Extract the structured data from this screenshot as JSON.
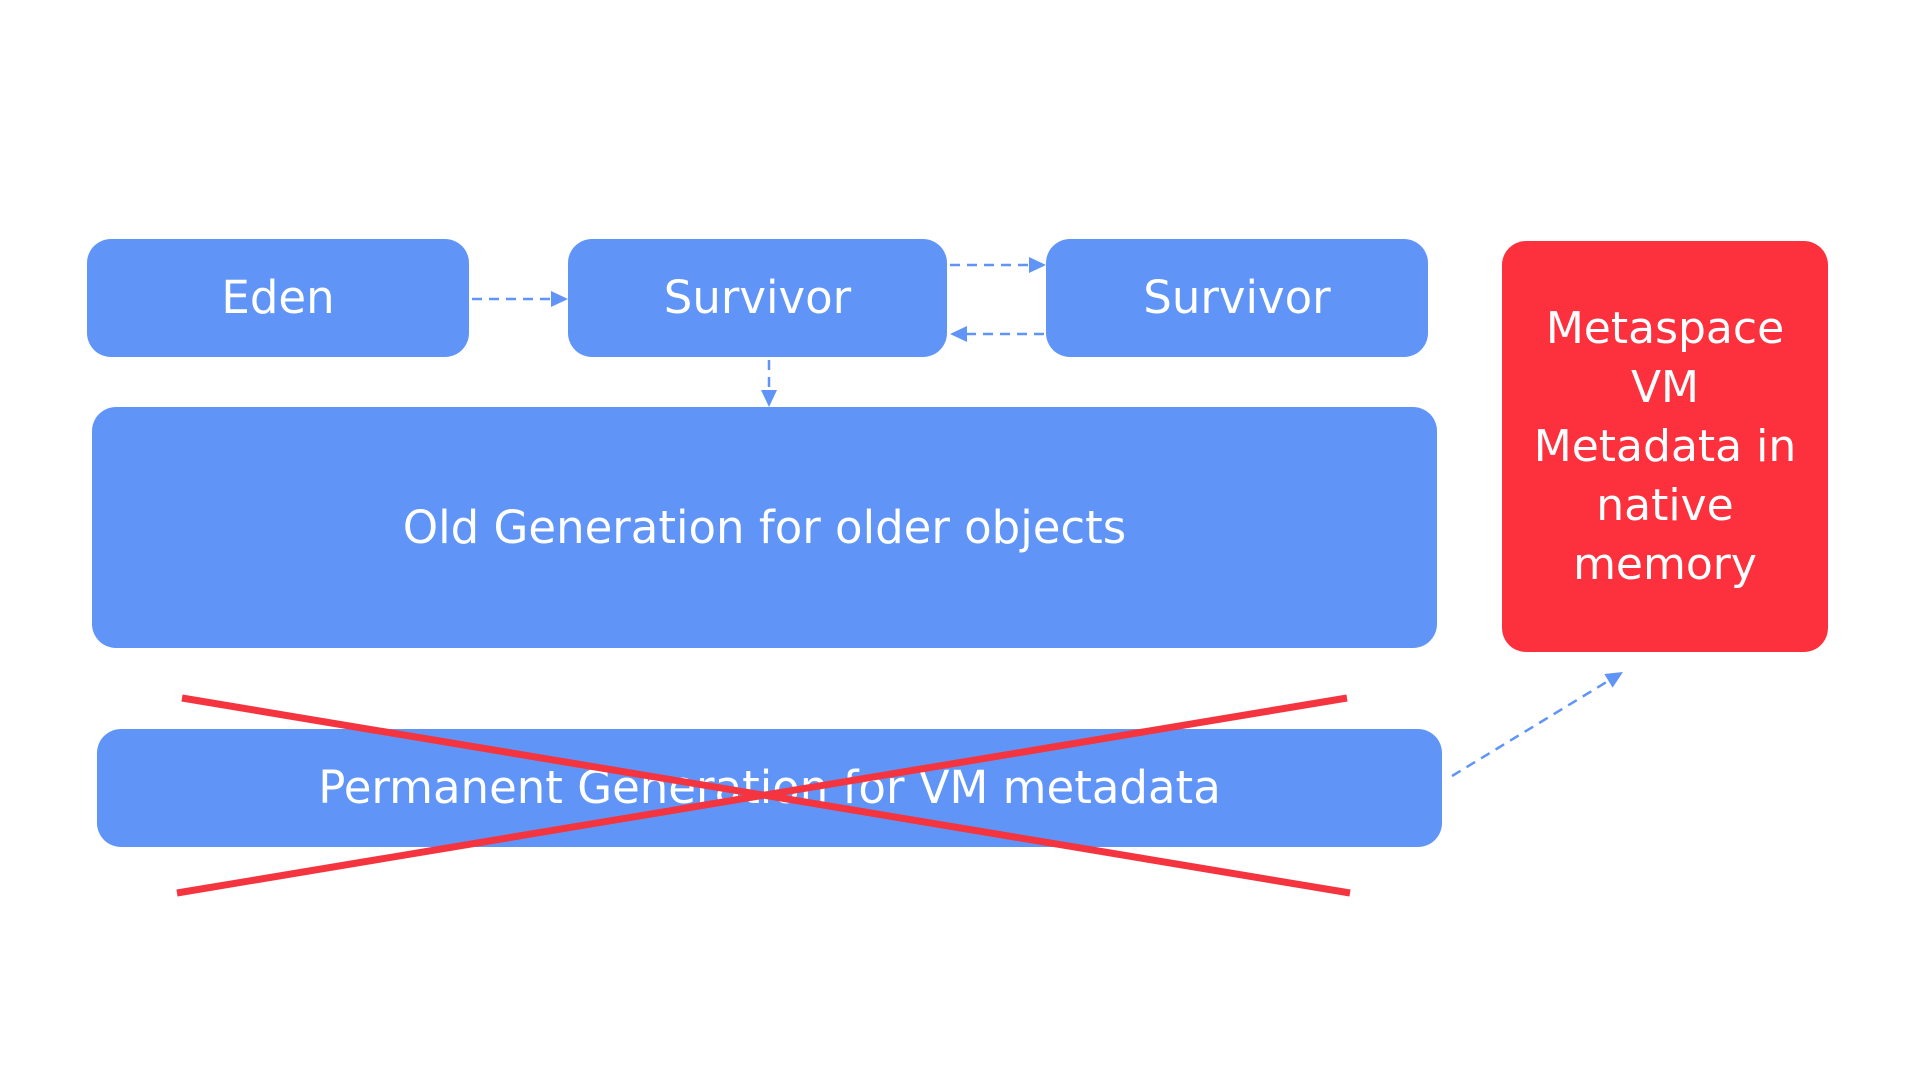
{
  "colors": {
    "young_box": "#6095f7",
    "metaspace_box": "#fd313d",
    "cross": "#f4343f",
    "arrow": "#6095f7",
    "text": "#ffffff"
  },
  "boxes": {
    "eden": "Eden",
    "survivor_from": "Survivor",
    "survivor_to": "Survivor",
    "old_generation": "Old Generation for older objects",
    "permanent_generation": "Permanent Generation for VM metadata",
    "metaspace": [
      "Metaspace",
      "VM",
      "Metadata in",
      "native",
      "memory"
    ]
  },
  "connectors": [
    {
      "from": "Eden",
      "to": "Survivor",
      "style": "dashed-arrow"
    },
    {
      "from": "Survivor",
      "to": "Survivor",
      "style": "dashed-arrow"
    },
    {
      "from": "Survivor",
      "to": "Survivor",
      "style": "dashed-arrow"
    },
    {
      "from": "Survivor",
      "to": "Old Generation for older objects",
      "style": "dashed-arrow"
    },
    {
      "from": "Permanent Generation for VM metadata",
      "to": "Metaspace",
      "style": "dashed-arrow"
    }
  ],
  "annotations": {
    "permanent_generation_crossed_out": true
  }
}
